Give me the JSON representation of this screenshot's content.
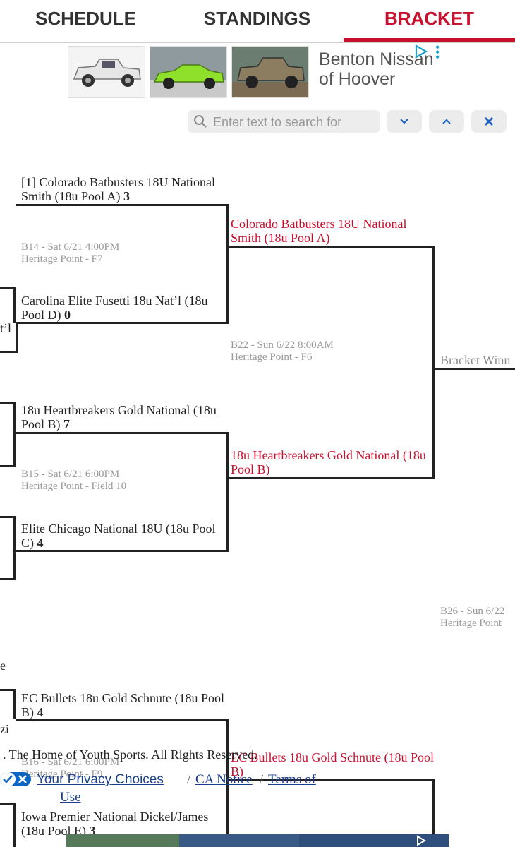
{
  "tabs": {
    "schedule": "SCHEDULE",
    "standings": "STANDINGS",
    "bracket": "BRACKET",
    "active": "bracket"
  },
  "ad": {
    "text": "Benton Nissan of Hoover",
    "icon": "ad-choices-icon"
  },
  "search": {
    "placeholder": "Enter text to search for",
    "icons": [
      "search-icon",
      "chevron-down-icon",
      "chevron-up-icon",
      "close-icon"
    ]
  },
  "games": {
    "b14": {
      "team1": "[1] Colorado Batbusters 18U National Smith (18u Pool A)",
      "team1_score": "3",
      "team2": "Carolina Elite Fusetti 18u Nat’l (18u Pool D)",
      "team2_score": "0",
      "info": "B14 - Sat 6/21 4:00PM",
      "location": "Heritage Point - F7",
      "winner": "Colorado Batbusters 18U National Smith (18u Pool A)"
    },
    "b15": {
      "team1": "18u Heartbreakers Gold National (18u Pool B)",
      "team1_score": "7",
      "team2": "Elite Chicago National 18U (18u Pool C)",
      "team2_score": "4",
      "info": "B15 - Sat 6/21 6:00PM",
      "location": "Heritage Point - Field 10",
      "winner": "18u Heartbreakers Gold National (18u Pool B)"
    },
    "b16": {
      "team1": "EC Bullets 18u Gold Schnute (18u Pool B)",
      "team1_score": "4",
      "team2": "Iowa Premier National Dickel/James (18u Pool E)",
      "team2_score": "3",
      "info": "B16 - Sat 6/21 6:00PM",
      "location": "Heritage Point - F9",
      "winner": "EC Bullets 18u Gold Schnute (18u Pool B)"
    },
    "b22": {
      "info": "B22 - Sun 6/22 8:00AM",
      "location": "Heritage Point - F6"
    },
    "b26": {
      "info": "B26 - Sun 6/22",
      "location": "Heritage Point"
    }
  },
  "bracket_winner": "Bracket Winn",
  "left_fragments": {
    "natl": "t’l",
    "e": "e",
    "zi": "zi"
  },
  "footer": {
    "copyright": ". The Home of Youth Sports. All Rights Reserved.",
    "privacy_choices": "Your Privacy Choices",
    "sep": "/",
    "ca_notice": "CA Notice",
    "terms_of": "Terms of",
    "use": "Use"
  },
  "colors": {
    "accent": "#c8102e",
    "link": "#1a3f8f",
    "privacy_pill": "#0a66c2",
    "ad_icon": "#1ba1c9"
  }
}
